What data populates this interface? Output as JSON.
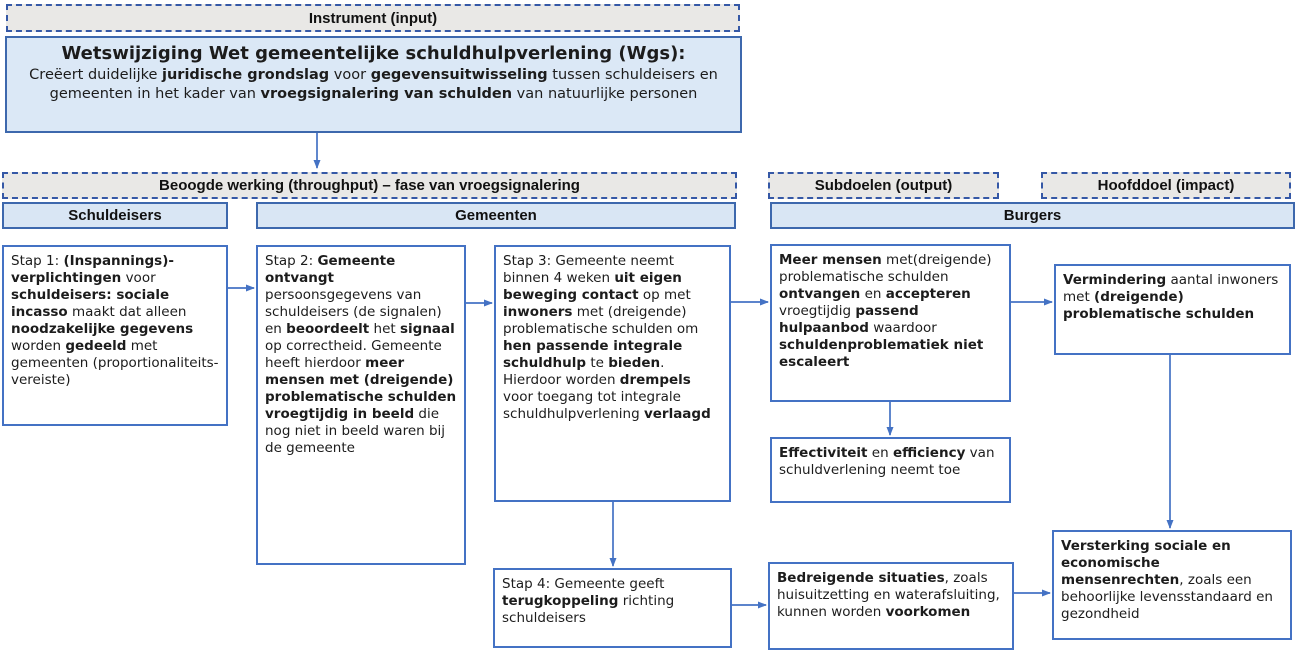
{
  "colors": {
    "arrow_blue": "#4472c4",
    "box_border_blue": "#4472c4",
    "lane_fill_blue": "#d9e6f4",
    "lane_border_blue": "#3d68ad",
    "dashed_fill_gray": "#e9e8e6",
    "dashed_border_blue": "#3558a6"
  },
  "instrument_header": {
    "label": "Instrument (input)"
  },
  "law_box": {
    "title": "Wetswijziging Wet gemeentelijke schuldhulpverlening (Wgs):",
    "body": [
      {
        "t": "Creëert duidelijke "
      },
      {
        "t": "juridische grondslag",
        "b": true
      },
      {
        "t": " voor "
      },
      {
        "t": "gegevensuitwisseling",
        "b": true
      },
      {
        "t": " tussen schuldeisers en gemeenten in het kader van "
      },
      {
        "t": "vroegsignalering van schulden",
        "b": true
      },
      {
        "t": " van natuurlijke personen"
      }
    ]
  },
  "phase_headers": {
    "throughput": "Beoogde werking (throughput) – fase van vroegsignalering",
    "output": "Subdoelen (output)",
    "impact": "Hoofddoel (impact)"
  },
  "lanes": {
    "schuldeisers": "Schuldeisers",
    "gemeenten": "Gemeenten",
    "burgers": "Burgers"
  },
  "boxes": {
    "stap1": [
      {
        "t": "Stap 1: "
      },
      {
        "t": "(Inspannings)-verplichtingen",
        "b": true
      },
      {
        "t": " voor "
      },
      {
        "t": "schuldeisers: sociale incasso",
        "b": true
      },
      {
        "t": " maakt dat alleen "
      },
      {
        "t": "noodzakelijke gegevens",
        "b": true
      },
      {
        "t": " worden "
      },
      {
        "t": "gedeeld",
        "b": true
      },
      {
        "t": " met gemeenten (proportionaliteits-vereiste)"
      }
    ],
    "stap2": [
      {
        "t": "Stap 2: "
      },
      {
        "t": "Gemeente ontvangt",
        "b": true
      },
      {
        "t": " persoonsgegevens van schuldeisers (de signalen) en "
      },
      {
        "t": "beoordeelt",
        "b": true
      },
      {
        "t": " het "
      },
      {
        "t": "signaal",
        "b": true
      },
      {
        "t": " op correctheid. Gemeente heeft hierdoor "
      },
      {
        "t": "meer mensen met (dreigende) problematische schulden vroegtijdig in beeld",
        "b": true
      },
      {
        "t": " die nog niet in beeld waren bij de gemeente"
      }
    ],
    "stap3": [
      {
        "t": "Stap 3: Gemeente neemt binnen 4 weken "
      },
      {
        "t": "uit eigen beweging contact",
        "b": true
      },
      {
        "t": " op met "
      },
      {
        "t": "inwoners",
        "b": true
      },
      {
        "t": " met (dreigende) problematische schulden om "
      },
      {
        "t": "hen passende integrale schuldhulp",
        "b": true
      },
      {
        "t": " te "
      },
      {
        "t": "bieden",
        "b": true
      },
      {
        "t": ". Hierdoor worden "
      },
      {
        "t": "drempels",
        "b": true
      },
      {
        "t": " voor toegang tot integrale schuldhulpverlening "
      },
      {
        "t": "verlaagd",
        "b": true
      }
    ],
    "stap4": [
      {
        "t": "Stap 4: Gemeente geeft "
      },
      {
        "t": "terugkoppeling",
        "b": true
      },
      {
        "t": " richting schuldeisers"
      }
    ],
    "meer_mensen": [
      {
        "t": "Meer mensen",
        "b": true
      },
      {
        "t": " met(dreigende) problematische schulden "
      },
      {
        "t": "ontvangen",
        "b": true
      },
      {
        "t": " en "
      },
      {
        "t": "accepteren",
        "b": true
      },
      {
        "t": " vroegtijdig "
      },
      {
        "t": "passend hulpaanbod",
        "b": true
      },
      {
        "t": " waardoor "
      },
      {
        "t": "schuldenproblematiek niet escaleert",
        "b": true
      }
    ],
    "effectiviteit": [
      {
        "t": "Effectiviteit",
        "b": true
      },
      {
        "t": " en "
      },
      {
        "t": "efficiency",
        "b": true
      },
      {
        "t": " van schuldverlening neemt toe"
      }
    ],
    "vermindering": [
      {
        "t": "Vermindering",
        "b": true
      },
      {
        "t": " aantal inwoners met "
      },
      {
        "t": "(dreigende) problematische schulden",
        "b": true
      }
    ],
    "bedreigende": [
      {
        "t": "Bedreigende situaties",
        "b": true
      },
      {
        "t": ", zoals huisuitzetting en waterafsluiting, kunnen worden "
      },
      {
        "t": "voorkomen",
        "b": true
      }
    ],
    "versterking": [
      {
        "t": "Versterking sociale en economische mensenrechten",
        "b": true
      },
      {
        "t": ", zoals een behoorlijke levensstandaard en gezondheid"
      }
    ]
  }
}
